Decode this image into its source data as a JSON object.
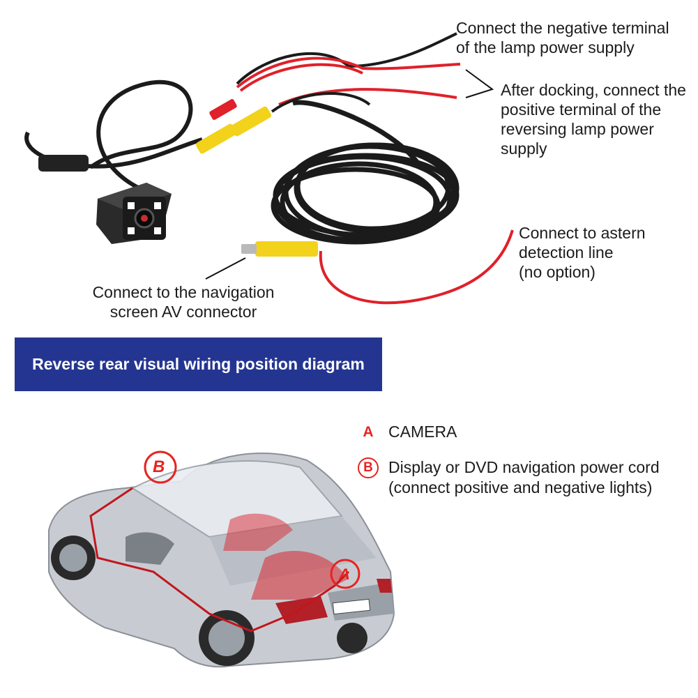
{
  "top_callouts": {
    "negative_terminal": [
      "Connect the negative terminal",
      "of the lamp power supply"
    ],
    "after_docking": [
      "After docking, connect the",
      "positive terminal of the",
      "reversing lamp power",
      "supply"
    ],
    "astern_detection": [
      "Connect to astern",
      "detection line",
      "(no option)"
    ],
    "navigation_av": [
      "Connect to the navigation",
      "screen AV connector"
    ]
  },
  "banner": {
    "title": "Reverse rear visual wiring position diagram"
  },
  "legend": {
    "a_mark": "A",
    "a_label": "CAMERA",
    "b_mark": "B",
    "b_label": [
      "Display or DVD navigation power cord",
      "(connect positive and negative lights)"
    ]
  },
  "car_markers": {
    "a": "A",
    "b": "B"
  },
  "colors": {
    "banner_bg": "#243591",
    "wire_red": "#e0202a",
    "rca_yellow": "#f2d21b",
    "cable_black": "#1b1b1b",
    "marker_red": "#e52421"
  }
}
